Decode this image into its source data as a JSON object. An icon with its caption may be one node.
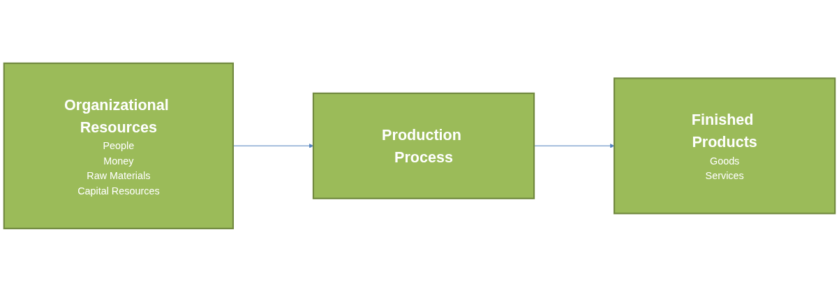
{
  "diagram": {
    "nodes": [
      {
        "text": [
          "Organizational Resources",
          "People",
          "Money",
          "Raw Materials",
          "Capital Resources"
        ]
      },
      {
        "text": [
          "Production Process"
        ]
      },
      {
        "text": [
          "Finished Products",
          "Goods",
          "Services"
        ]
      }
    ],
    "edges": [
      {
        "from": 0,
        "to": 1,
        "arrow": "to"
      },
      {
        "from": 1,
        "to": 2,
        "arrow": "to"
      }
    ]
  }
}
